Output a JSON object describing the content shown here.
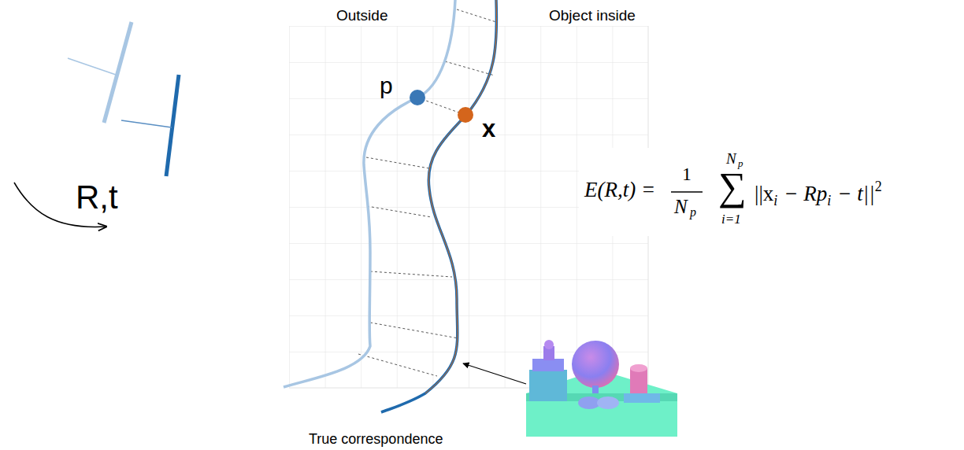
{
  "diagram": {
    "labels": [
      "Outside",
      "Object inside",
      "p",
      "x",
      "R,t",
      "E(R,t) =",
      "1",
      "N",
      "p",
      "N",
      "p",
      "∑",
      "i=1",
      "||x",
      "i",
      "− Rp",
      "i",
      "− t||",
      "2",
      "True correspondence"
    ]
  }
}
